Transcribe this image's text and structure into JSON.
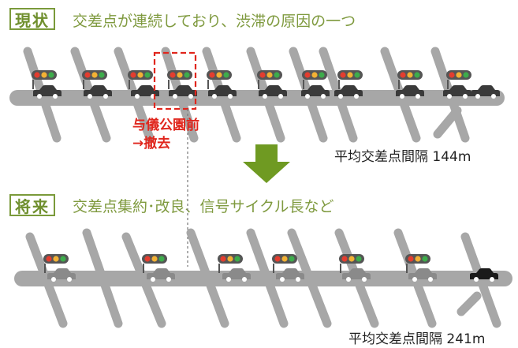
{
  "current": {
    "tag": "現状",
    "caption": "交差点が連続しており、渋滞の原因の一つ",
    "interval_label": "平均交差点間隔 144m",
    "removal_note": [
      "与儀公園前",
      "→撤去"
    ]
  },
  "future": {
    "tag": "将来",
    "caption": "交差点集約･改良、信号サイクル長など",
    "interval_label": "平均交差点間隔 241m"
  },
  "colors": {
    "accent_green": "#7a9a3a",
    "road": "#a7a7a7",
    "removal_red": "#e0261d",
    "car_dark": "#3a3a3a",
    "car_gray": "#8a8a8a",
    "signal_red": "#e33d2f",
    "signal_yellow": "#f2b134",
    "signal_green": "#3dac4b"
  },
  "icons": [
    "traffic-signal-icon",
    "car-icon",
    "down-arrow-icon"
  ]
}
